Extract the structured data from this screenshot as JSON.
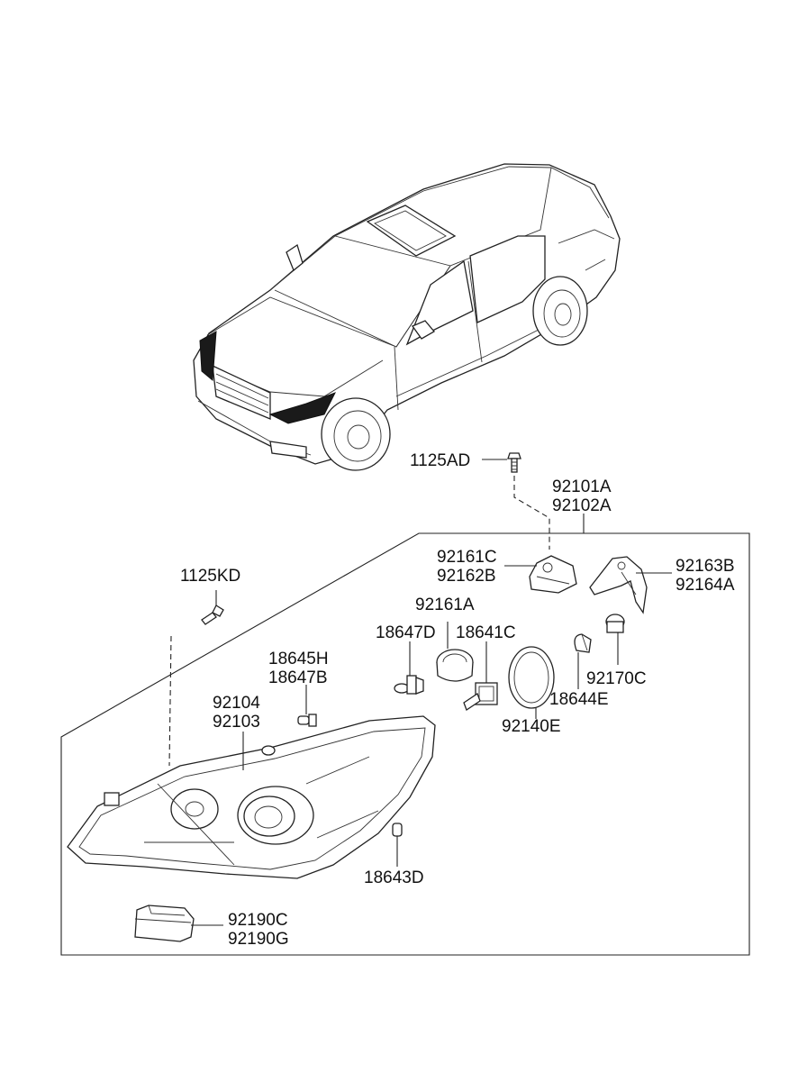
{
  "labels": {
    "l_1125AD": "1125AD",
    "l_92101A": "92101A",
    "l_92102A": "92102A",
    "l_92161C": "92161C",
    "l_92162B": "92162B",
    "l_92163B": "92163B",
    "l_92164A": "92164A",
    "l_1125KD": "1125KD",
    "l_92161A": "92161A",
    "l_18647D": "18647D",
    "l_18641C": "18641C",
    "l_18645H": "18645H",
    "l_18647B": "18647B",
    "l_92170C": "92170C",
    "l_18644E": "18644E",
    "l_92140E": "92140E",
    "l_92104": "92104",
    "l_92103": "92103",
    "l_18643D": "18643D",
    "l_92190C": "92190C",
    "l_92190G": "92190G"
  }
}
